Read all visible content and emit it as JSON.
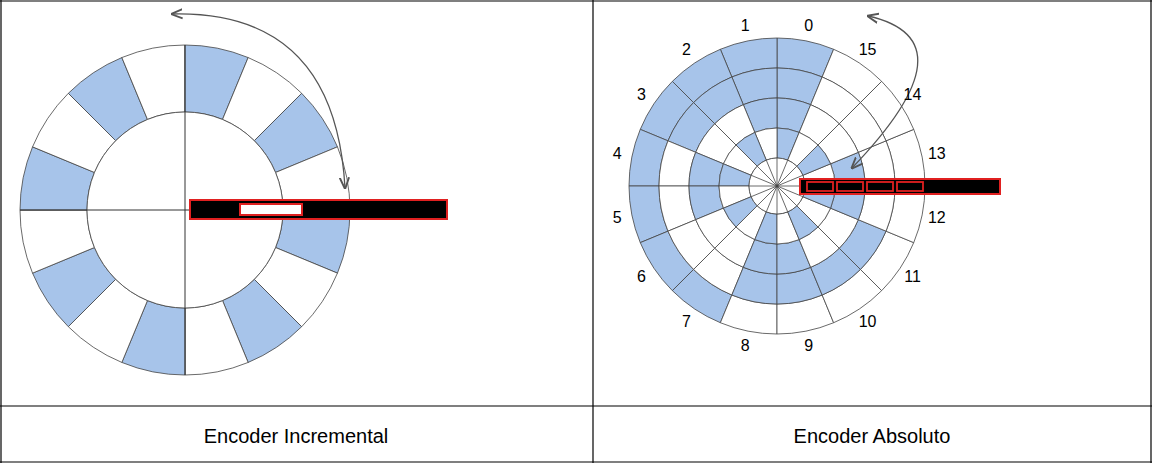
{
  "diagram": {
    "labels": [
      "0",
      "1",
      "2",
      "3",
      "4",
      "5",
      "6",
      "7",
      "8",
      "9",
      "10",
      "11",
      "12",
      "13",
      "14",
      "15",
      "Encoder Incremental",
      "Encoder Absoluto"
    ]
  }
}
